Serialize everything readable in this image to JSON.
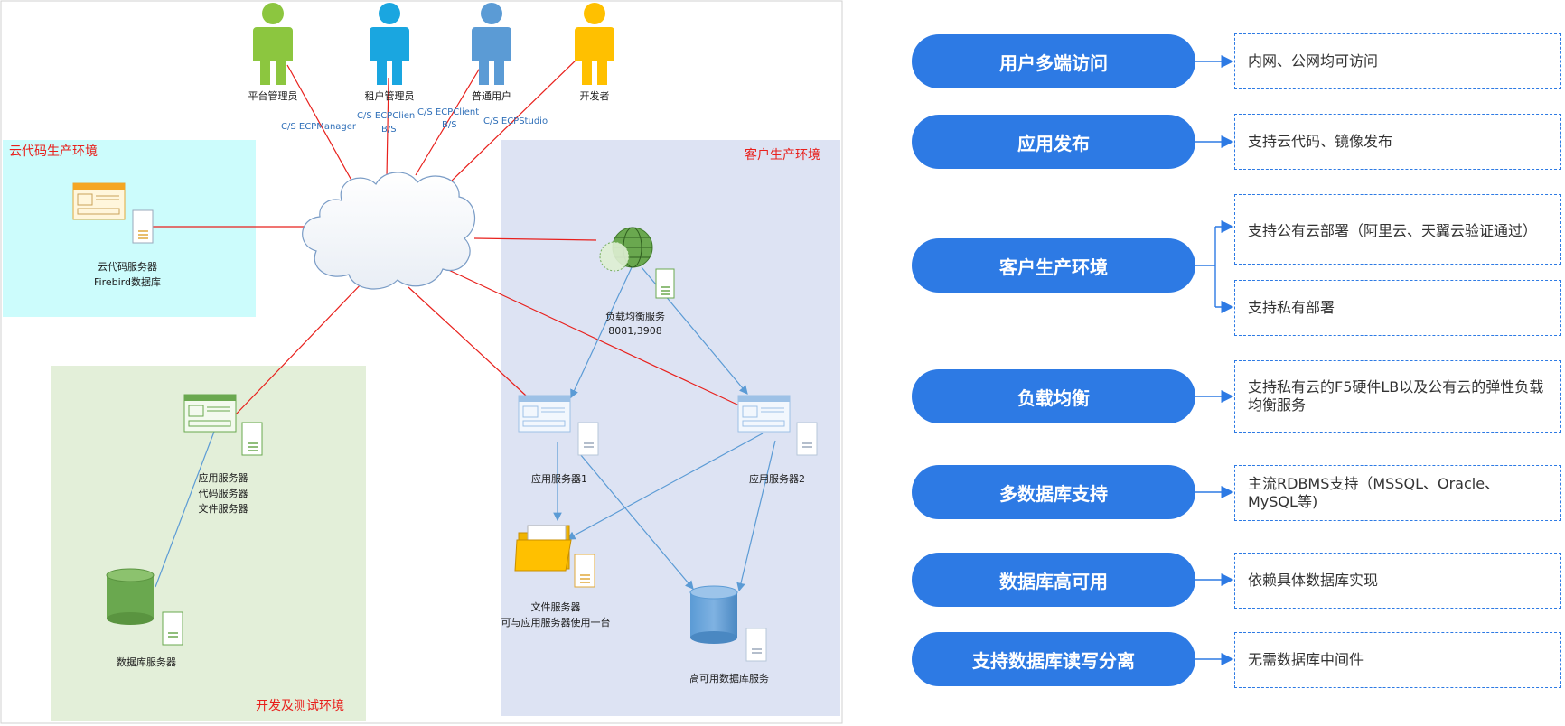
{
  "diagram": {
    "users": [
      {
        "label": "平台管理员",
        "color": "#8cc63f"
      },
      {
        "label": "租户管理员",
        "color": "#1aa6e0"
      },
      {
        "label": "普通用户",
        "color": "#5b9bd5"
      },
      {
        "label": "开发者",
        "color": "#ffc000"
      }
    ],
    "client_labels": {
      "platform": "C/S ECPManager",
      "tenant_cs": "C/S  ECPClien",
      "tenant_bs": "B/S",
      "user_cs": "C/S  ECPClient",
      "user_bs": "B/S",
      "dev": "C/S ECPStudio"
    },
    "zones": {
      "cloud_code": {
        "title": "云代码生产环境",
        "color": "#ccfcfc"
      },
      "customer": {
        "title": "客户生产环境",
        "color": "#dde3f3"
      },
      "devtest": {
        "title": "开发及测试环境",
        "color": "#e3efd9"
      }
    },
    "nodes": {
      "cloud_server": {
        "line1": "云代码服务器",
        "line2": "Firebird数据库"
      },
      "load_balancer": {
        "line1": "负载均衡服务",
        "line2": "8081,3908"
      },
      "app1": {
        "label": "应用服务器1"
      },
      "app2": {
        "label": "应用服务器2"
      },
      "file_server": {
        "line1": "文件服务器",
        "line2": "可与应用服务器使用一台"
      },
      "ha_db": {
        "label": "高可用数据库服务"
      },
      "dev_servers": {
        "line1": "应用服务器",
        "line2": "代码服务器",
        "line3": "文件服务器"
      },
      "db_server": {
        "label": "数据库服务器"
      }
    },
    "colors": {
      "red_line": "#e8201c",
      "blue_line": "#5b9bd5",
      "cloud_stroke": "#7a9cc6"
    }
  },
  "features": [
    {
      "title": "用户多端访问",
      "items": [
        "内网、公网均可访问"
      ]
    },
    {
      "title": "应用发布",
      "items": [
        "支持云代码、镜像发布"
      ]
    },
    {
      "title": "客户生产环境",
      "items": [
        "支持公有云部署（阿里云、天翼云验证通过）",
        "支持私有部署"
      ]
    },
    {
      "title": "负载均衡",
      "items": [
        "支持私有云的F5硬件LB以及公有云的弹性负载均衡服务"
      ]
    },
    {
      "title": "多数据库支持",
      "items": [
        "主流RDBMS支持（MSSQL、Oracle、MySQL等)"
      ]
    },
    {
      "title": "数据库高可用",
      "items": [
        "依赖具体数据库实现"
      ]
    },
    {
      "title": "支持数据库读写分离",
      "items": [
        "无需数据库中间件"
      ]
    }
  ],
  "accent_color": "#2d7ae4"
}
